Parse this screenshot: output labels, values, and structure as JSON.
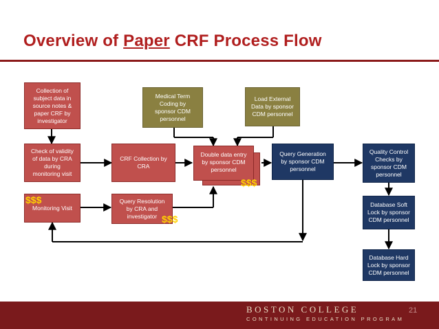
{
  "title": {
    "prefix": "Overview of ",
    "emphasis": "Paper",
    "suffix": " CRF Process Flow"
  },
  "nodes": {
    "collection": "Collection of\nsubject data in\nsource notes &\npaper CRF by\ninvestigator",
    "check": "Check of validity\nof data by CRA\nduring\nmonitoring visit",
    "monitoring": "Monitoring Visit",
    "crf_collection": "CRF Collection by\nCRA",
    "query_resolution": "Query Resolution\nby CRA and\ninvestigator",
    "medical_coding": "Medical Term\nCoding by\nsponsor CDM\npersonnel",
    "load_external": "Load External\nData by sponsor\nCDM personnel",
    "double_entry": "Double data entry\nby sponsor CDM\npersonnel",
    "query_generation": "Query Generation\nby sponsor CDM\npersonnel",
    "quality_control": "Quality Control\nChecks by\nsponsor CDM\npersonnel",
    "soft_lock": "Database Soft\nLock by sponsor\nCDM personnel",
    "hard_lock": "Database Hard\nLock by sponsor\nCDM personnel"
  },
  "cost_markers": {
    "monitoring": "$$$",
    "double_entry": "$$$",
    "query_resolution": "$$$"
  },
  "footer": {
    "institution": "BOSTON COLLEGE",
    "program": "CONTINUING EDUCATION PROGRAM",
    "page_number": "21"
  },
  "colors": {
    "title": "#b01e1e",
    "red_box": "#c0504d",
    "olive_box": "#8a8041",
    "navy_box": "#1f3864",
    "cost_marker": "#ffd200",
    "footer": "#7a1a1c"
  }
}
